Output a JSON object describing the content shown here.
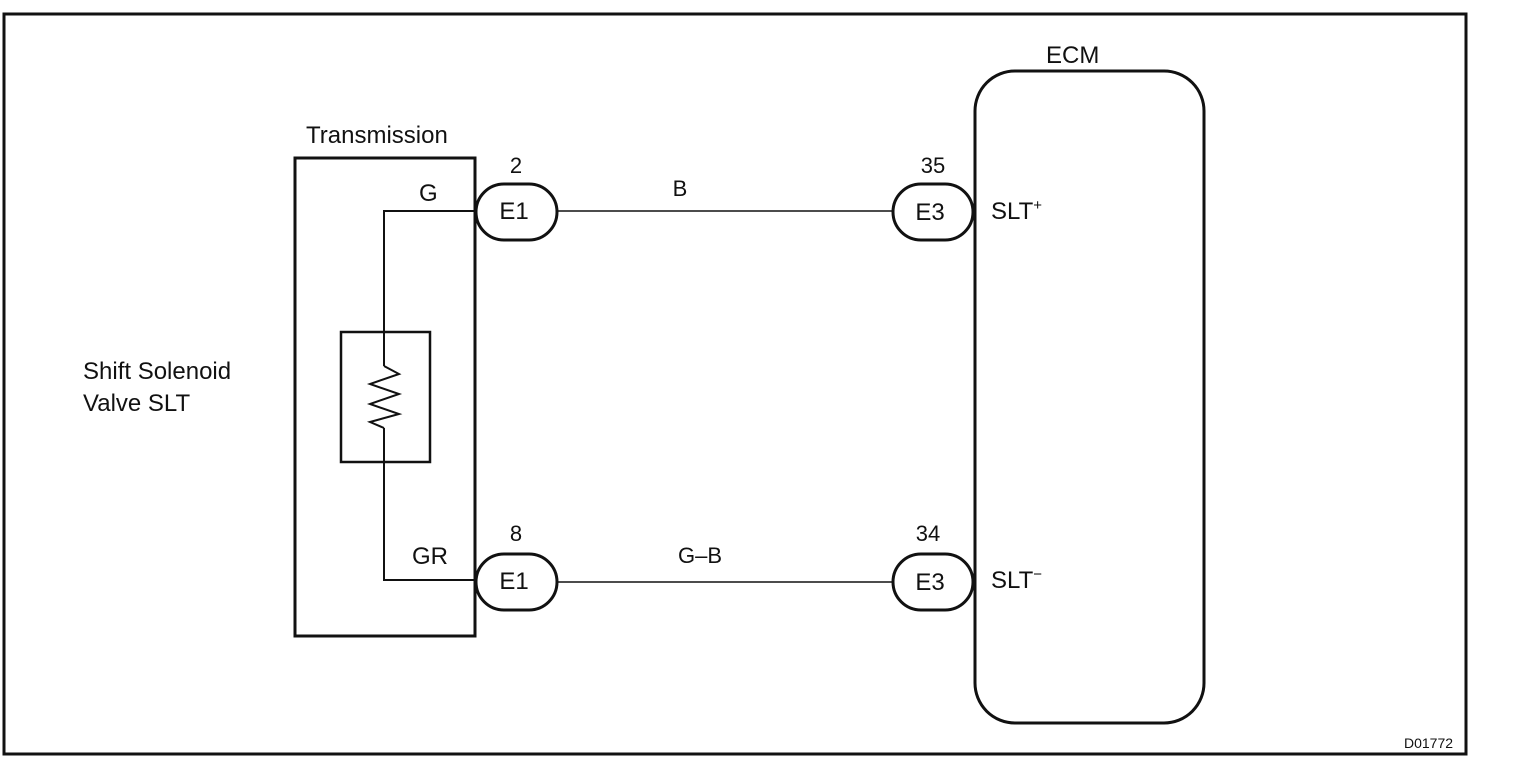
{
  "diagram_id": "D01772",
  "ecm": {
    "title": "ECM",
    "slt_plus": {
      "base": "SLT",
      "sign": "+"
    },
    "slt_minus": {
      "base": "SLT",
      "sign": "−"
    }
  },
  "transmission": {
    "title": "Transmission",
    "wire_top": "G",
    "wire_bottom": "GR"
  },
  "solenoid": {
    "label_line1": "Shift Solenoid",
    "label_line2": "Valve SLT"
  },
  "connections": [
    {
      "from_connector": "E1",
      "from_pin": "2",
      "wire_color": "B",
      "to_connector": "E3",
      "to_pin": "35"
    },
    {
      "from_connector": "E1",
      "from_pin": "8",
      "wire_color": "G–B",
      "to_connector": "E3",
      "to_pin": "34"
    }
  ]
}
